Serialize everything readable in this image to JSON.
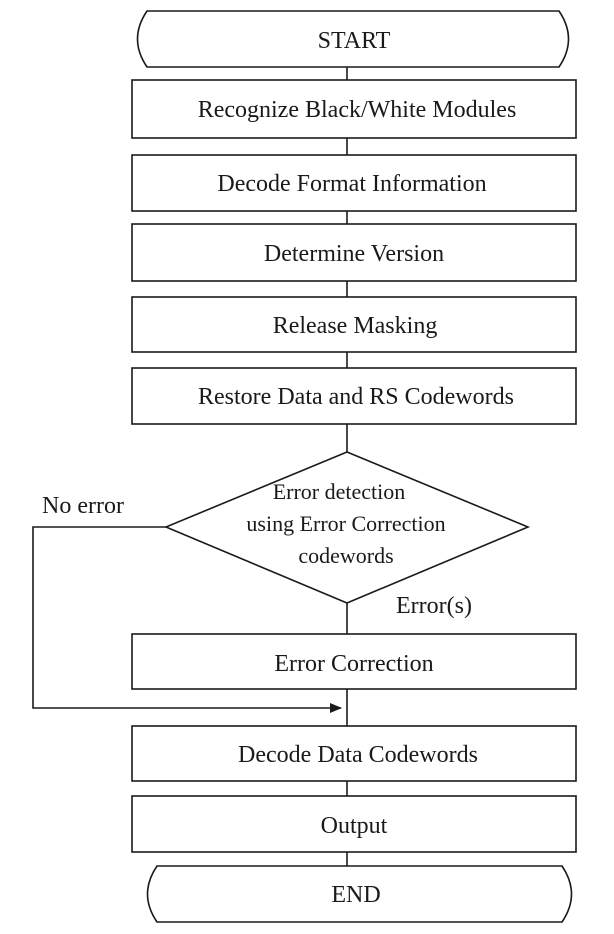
{
  "flowchart": {
    "start": "START",
    "end": "END",
    "steps": {
      "recognize": "Recognize Black/White Modules",
      "format": "Decode Format Information",
      "version": "Determine Version",
      "masking": "Release Masking",
      "restore": "Restore Data and RS Codewords",
      "correction": "Error Correction",
      "decode_data": "Decode Data Codewords",
      "output": "Output"
    },
    "decision": {
      "line1": "Error detection",
      "line2": "using Error Correction",
      "line3": "codewords"
    },
    "branches": {
      "no_error": "No error",
      "errors": "Error(s)"
    }
  }
}
